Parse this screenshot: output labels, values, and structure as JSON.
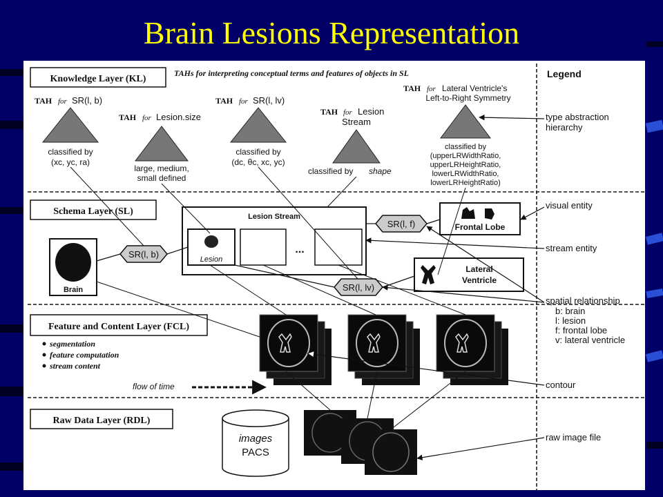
{
  "slide": {
    "title": "Brain Lesions Representation"
  },
  "layers": {
    "kl": "Knowledge Layer (KL)",
    "sl": "Schema Layer (SL)",
    "fcl": "Feature and Content Layer (FCL)",
    "rdl": "Raw Data Layer (RDL)"
  },
  "kl_caption": "TAHs for interpreting conceptual terms and features of objects in SL",
  "tah": {
    "prefix": "TAH",
    "for": "for",
    "t1": {
      "head": "SR(l, b)",
      "l1": "classified by",
      "l2": "(xc, yc, ra)"
    },
    "t2": {
      "head": "Lesion.size",
      "l1": "large, medium,",
      "l2": "small defined"
    },
    "t3": {
      "head": "SR(l, lv)",
      "l1": "classified by",
      "l2": "(dc, θc, xc, yc)"
    },
    "t4": {
      "head1": "Lesion",
      "head2": "Stream",
      "l1": "classified by",
      "l1b": "shape"
    },
    "t5": {
      "head1": "Lateral Ventricle's",
      "head2": "Left-to-Right Symmetry",
      "l1": "classified by",
      "l2": "(upperLRWidthRatio,",
      "l3": "upperLRHeightRatio,",
      "l4": "lowerLRWidthRatio,",
      "l5": "lowerLRHeightRatio)"
    }
  },
  "schema": {
    "lesion_stream": "Lesion Stream",
    "lesion": "Lesion",
    "ellipsis": "...",
    "brain": "Brain",
    "frontal_lobe": "Frontal Lobe",
    "lateral1": "Lateral",
    "lateral2": "Ventricle",
    "sr_lb": "SR(l, b)",
    "sr_lf": "SR(l, f)",
    "sr_llv": "SR(l, lv)"
  },
  "fcl_items": [
    "segmentation",
    "feature computation",
    "stream content"
  ],
  "flow_of_time": "flow of time",
  "pacs": {
    "l1": "images",
    "l2": "PACS"
  },
  "legend": {
    "title": "Legend",
    "tah1": "type abstraction",
    "tah2": "hierarchy",
    "visual": "visual entity",
    "stream": "stream entity",
    "spatial": "spatial relationship",
    "b": "b: brain",
    "l": "l: lesion",
    "f": "f: frontal lobe",
    "v": "v: lateral ventricle",
    "contour": "contour",
    "raw": "raw image file"
  },
  "colors": {
    "background": "#000066",
    "title": "#ffff00",
    "panel": "#ffffff",
    "ink": "#111111"
  }
}
